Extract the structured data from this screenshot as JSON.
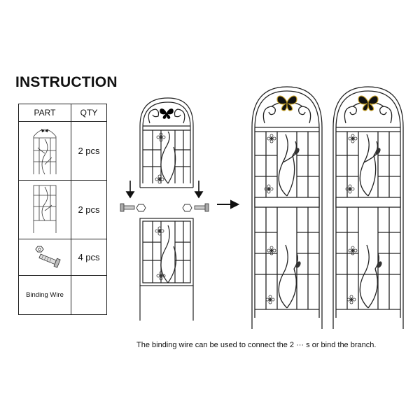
{
  "title": "INSTRUCTION",
  "table": {
    "headers": [
      "PART",
      "QTY"
    ],
    "rows": [
      {
        "part": "trellis-top-panel",
        "qty": "2 pcs"
      },
      {
        "part": "trellis-bottom-panel",
        "qty": "2 pcs"
      },
      {
        "part": "bolt-and-nut",
        "qty": "4 pcs"
      },
      {
        "part": "Binding Wire",
        "qty": ""
      }
    ]
  },
  "note": "The binding wire can be used to connect the 2 ··· s or bind the branch.",
  "icons": [
    "butterfly-icon",
    "flower-icon",
    "leaf-icon",
    "down-arrow-icon",
    "right-arrow-icon",
    "bolt-icon",
    "nut-icon"
  ]
}
